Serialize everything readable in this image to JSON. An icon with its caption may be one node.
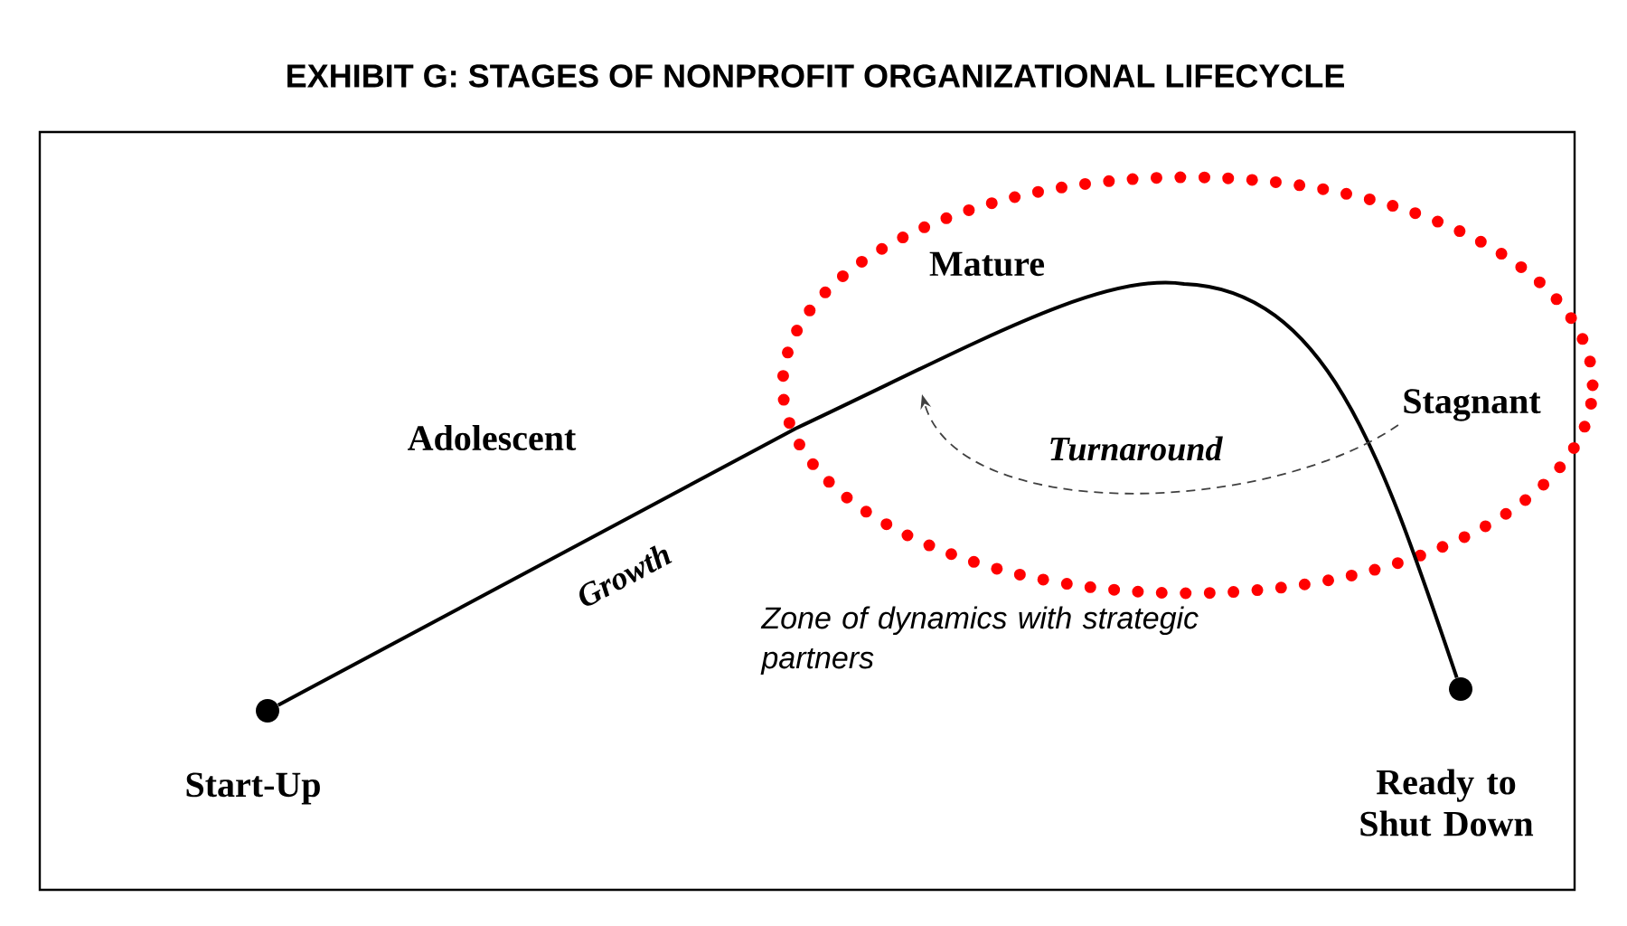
{
  "diagram": {
    "title": "EXHIBIT G: STAGES OF NONPROFIT ORGANIZATIONAL LIFECYCLE",
    "nodes": [
      {
        "text": [],
        "shape": "circle",
        "beside": [
          "Start-Up"
        ]
      },
      {
        "text": [
          "Zone of dynamics with strategic partners"
        ]
      },
      {
        "text": [
          "Mature"
        ],
        "in": 1
      },
      {
        "text": [
          "Stagnant"
        ],
        "in": 1
      },
      {
        "text": [],
        "shape": "circle",
        "beside": [
          "Ready to Shut Down"
        ]
      }
    ],
    "edges": [
      {
        "from": 0,
        "to": 4,
        "arrow": "none",
        "label": "Growth"
      },
      {
        "from": 3,
        "to": null,
        "arrow": "to",
        "style": "dashed",
        "label": "Turnaround"
      }
    ],
    "labels": [
      "Adolescent"
    ]
  }
}
